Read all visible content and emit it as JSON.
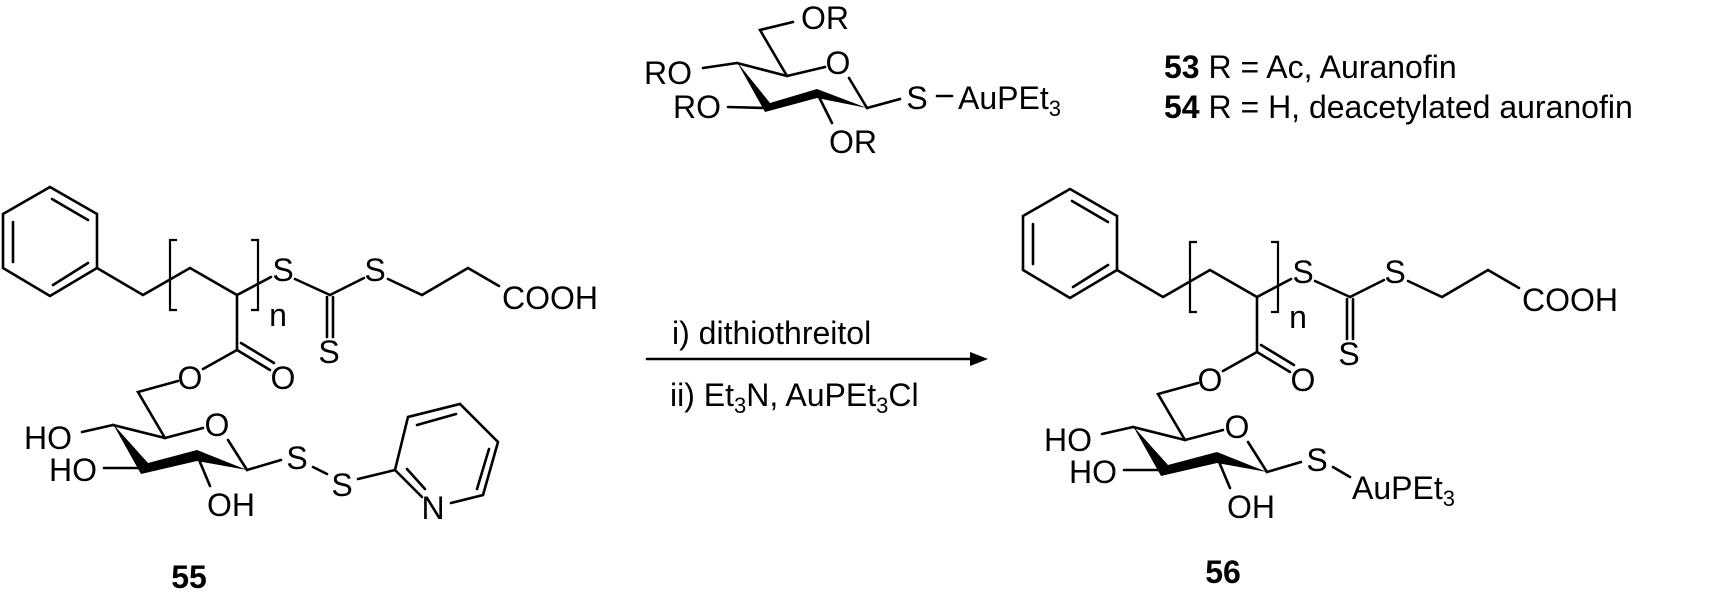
{
  "atoms": {
    "O": "O",
    "S": "S",
    "N": "N",
    "HO": "HO",
    "OH": "OH",
    "OR": "OR",
    "RO": "RO",
    "COOH": "COOH",
    "n": "n",
    "aupet": "AuPEt",
    "sub3": "3"
  },
  "compounds": {
    "c55": "55",
    "c56": "56"
  },
  "legend": [
    {
      "number": "53",
      "text": " R = Ac, Auranofin"
    },
    {
      "number": "54",
      "text": " R = H, deacetylated auranofin"
    }
  ],
  "auranofin_bond": "−",
  "reagents": {
    "step1": "i) dithiothreitol",
    "step2": {
      "a": "ii) Et",
      "b": "3",
      "c": "N, AuPEt",
      "d": "3",
      "e": "Cl"
    }
  }
}
